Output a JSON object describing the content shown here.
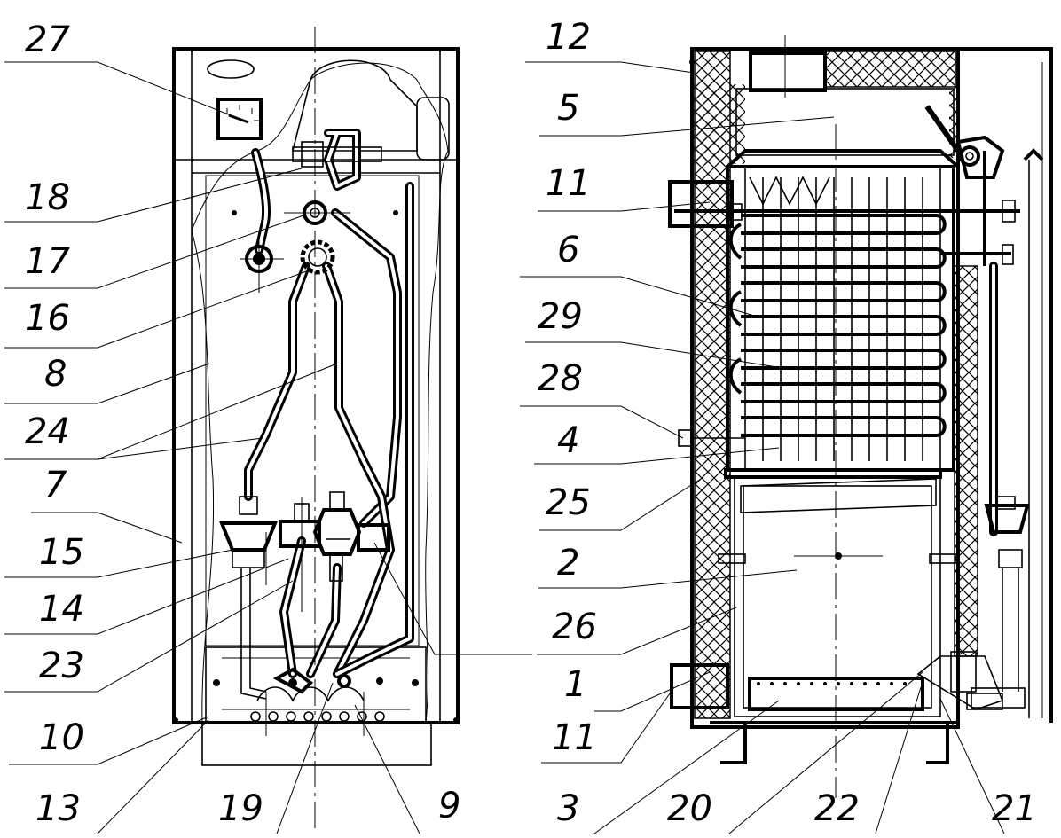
{
  "figure": {
    "left_view_labels": [
      "27",
      "18",
      "17",
      "16",
      "8",
      "24",
      "7",
      "15",
      "14",
      "23",
      "10",
      "13",
      "19",
      "9"
    ],
    "right_view_labels": [
      "12",
      "5",
      "11",
      "6",
      "29",
      "28",
      "4",
      "25",
      "2",
      "26",
      "1",
      "11",
      "3",
      "20",
      "22",
      "21"
    ]
  }
}
